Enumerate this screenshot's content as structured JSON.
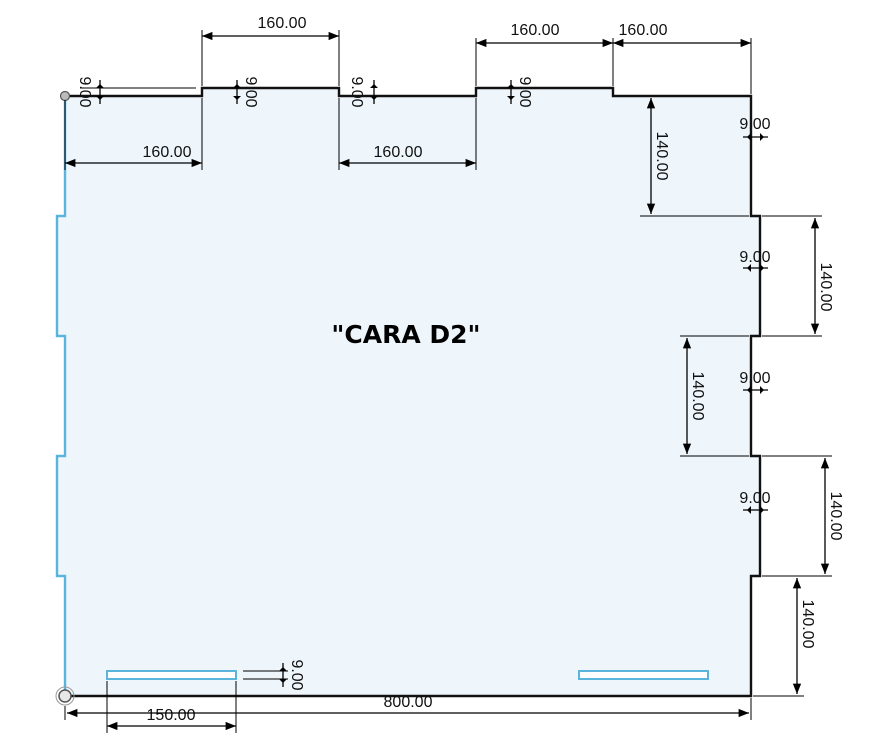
{
  "title": "\"CARA D2\"",
  "dimensions": {
    "top_tab_1": "160.00",
    "top_tab_2": "160.00",
    "top_tab_3": "160.00",
    "top_gap_1": "160.00",
    "top_gap_2": "160.00",
    "tab_depth_top_1": "9.00",
    "tab_depth_top_2": "9.00",
    "tab_depth_top_3": "9.00",
    "tab_depth_top_4": "9.00",
    "right_140_a": "140.00",
    "right_140_b": "140.00",
    "right_140_c": "140.00",
    "right_140_d": "140.00",
    "right_140_e": "140.00",
    "right_tab_1": "9.00",
    "right_tab_2": "9.00",
    "right_tab_3": "9.00",
    "right_tab_4": "9.00",
    "bottom_slot_depth": "9.00",
    "bottom_slot_width": "150.00",
    "total_width": "800.00"
  },
  "colors": {
    "fill": "#eef6fc",
    "outline": "#111111",
    "left_edge": "#5ab4dc"
  }
}
